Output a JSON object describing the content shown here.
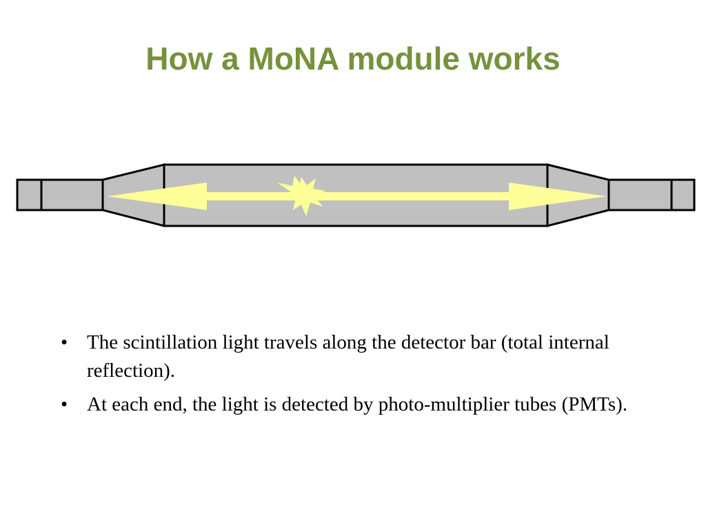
{
  "slide": {
    "title": "How a MoNA module works",
    "title_color": "#76923c"
  },
  "diagram": {
    "colors": {
      "bar_fill": "#c0c0c0",
      "outline": "#000000",
      "light": "#ffff99"
    }
  },
  "bullets": [
    {
      "marker": "•",
      "text": "The scintillation light travels along the detector bar (total internal reflection)."
    },
    {
      "marker": "•",
      "text": "At each end, the light is detected by photo-multiplier tubes (PMTs)."
    }
  ]
}
